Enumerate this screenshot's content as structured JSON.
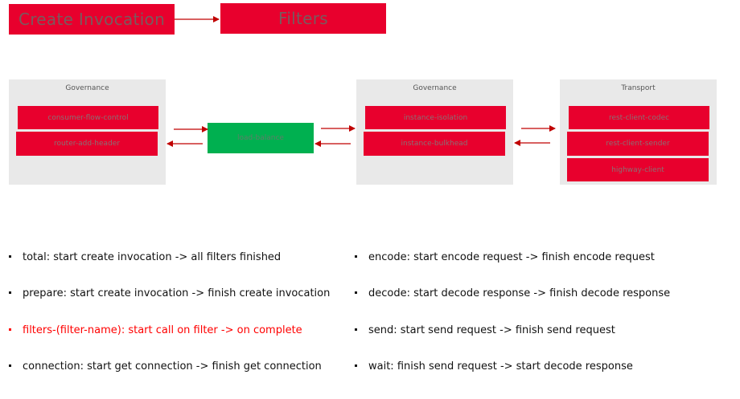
{
  "flow": {
    "create_invocation": "Create Invocation",
    "filters": "Filters"
  },
  "panels": [
    {
      "title": "Governance",
      "items": [
        "consumer-flow-control",
        "router-add-header"
      ]
    },
    {
      "title": "Governance",
      "items": [
        "instance-isolation",
        "instance-bulkhead"
      ]
    },
    {
      "title": "Transport",
      "items": [
        "rest-client-codec",
        "rest-client-sender",
        "highway-client"
      ]
    }
  ],
  "load_balance": "load-balance",
  "colors": {
    "filter_red": "#e8002d",
    "load_balance_green": "#00b050",
    "panel_gray": "#e9e9e9",
    "arrow_red": "#c00000",
    "highlight_text": "#ff0000"
  },
  "legend": {
    "left": [
      {
        "text": "total: start create invocation  -> all filters finished",
        "highlight": false
      },
      {
        "text": "prepare:  start create invocation -> finish create invocation",
        "highlight": false
      },
      {
        "text": "filters-(filter-name):  start call on filter -> on complete",
        "highlight": true
      },
      {
        "text": "connection: start get connection -> finish get connection",
        "highlight": false
      }
    ],
    "right": [
      {
        "text": "encode: start encode request -> finish encode request",
        "highlight": false
      },
      {
        "text": "decode: start decode response  -> finish decode response",
        "highlight": false
      },
      {
        "text": "send: start send request -> finish send request",
        "highlight": false
      },
      {
        "text": "wait: finish send request -> start decode response",
        "highlight": false
      }
    ]
  }
}
